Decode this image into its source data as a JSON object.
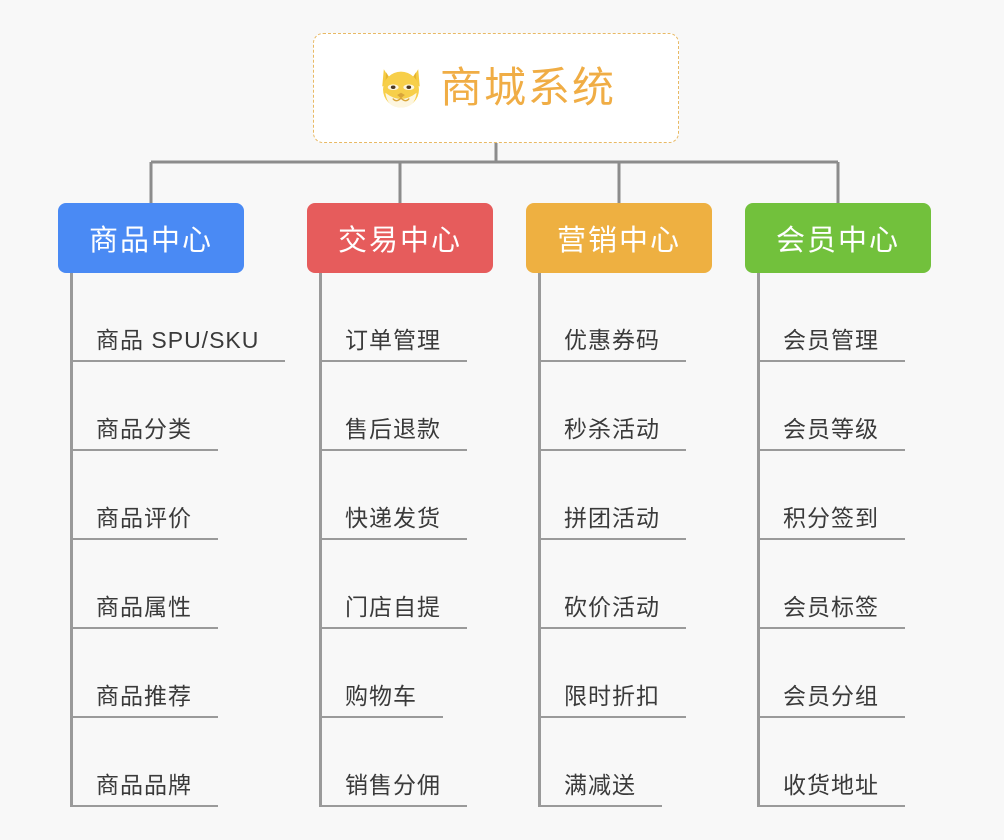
{
  "root": {
    "title": "商城系统",
    "icon": "shiba-dog-face-icon",
    "border_color": "#e8b964",
    "text_color": "#f0ad45",
    "background": "#ffffff"
  },
  "canvas": {
    "background": "#f8f8f8",
    "connector_color": "#8c8c8c",
    "leaf_line_color": "#9a9a9a",
    "leaf_text_color": "#3a3a3a"
  },
  "branches": [
    {
      "label": "商品中心",
      "color": "#4a8af4",
      "leaves": [
        {
          "label": "商品 SPU/SKU"
        },
        {
          "label": "商品分类"
        },
        {
          "label": "商品评价"
        },
        {
          "label": "商品属性"
        },
        {
          "label": "商品推荐"
        },
        {
          "label": "商品品牌"
        }
      ]
    },
    {
      "label": "交易中心",
      "color": "#e65c5c",
      "leaves": [
        {
          "label": "订单管理"
        },
        {
          "label": "售后退款"
        },
        {
          "label": "快递发货"
        },
        {
          "label": "门店自提"
        },
        {
          "label": "购物车"
        },
        {
          "label": "销售分佣"
        }
      ]
    },
    {
      "label": "营销中心",
      "color": "#eeb041",
      "leaves": [
        {
          "label": "优惠券码"
        },
        {
          "label": "秒杀活动"
        },
        {
          "label": "拼团活动"
        },
        {
          "label": "砍价活动"
        },
        {
          "label": "限时折扣"
        },
        {
          "label": "满减送"
        }
      ]
    },
    {
      "label": "会员中心",
      "color": "#72c13c",
      "leaves": [
        {
          "label": "会员管理"
        },
        {
          "label": "会员等级"
        },
        {
          "label": "积分签到"
        },
        {
          "label": "会员标签"
        },
        {
          "label": "会员分组"
        },
        {
          "label": "收货地址"
        }
      ]
    }
  ]
}
